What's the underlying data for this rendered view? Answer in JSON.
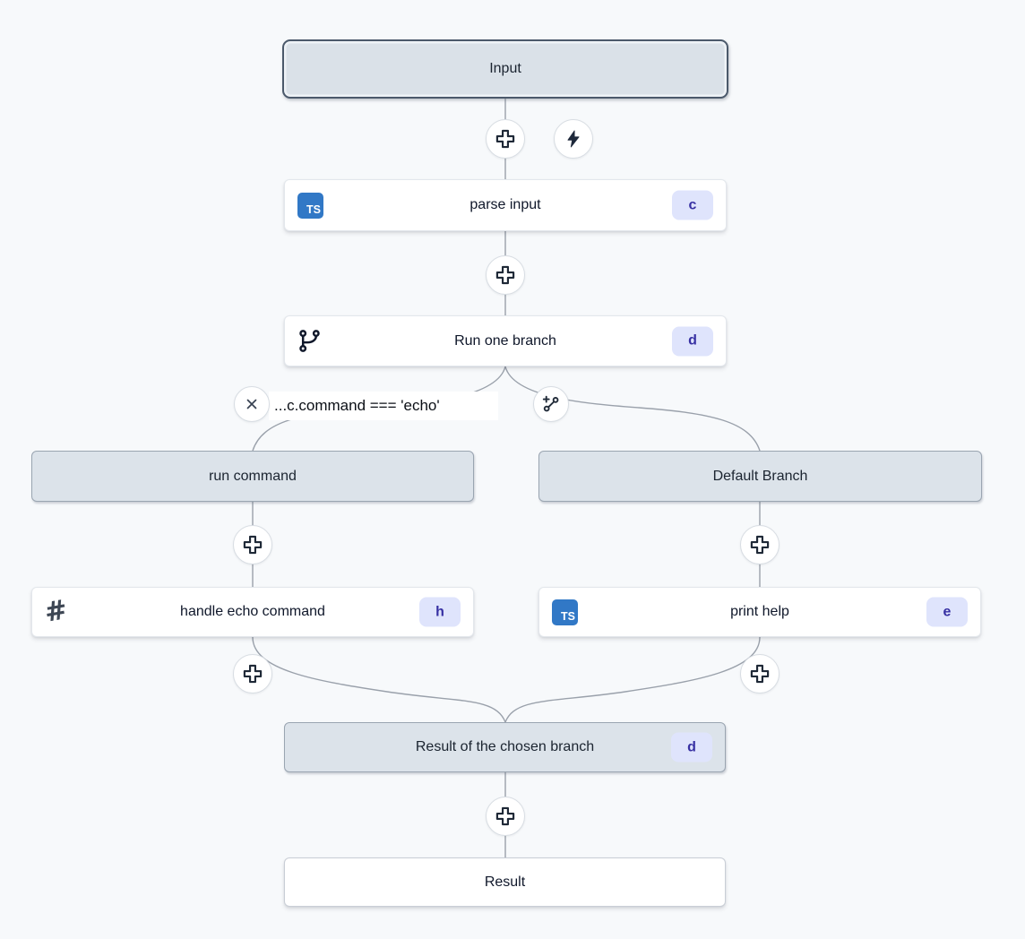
{
  "app": {
    "name": "flow-editor-canvas"
  },
  "colors": {
    "canvas_bg": "#f7f9fb",
    "virtual_box_bg": "#dce3ea",
    "selected_border": "#4b596b",
    "node_bg": "#ffffff",
    "badge_bg": "#dfe4fc",
    "badge_text": "#3730a3",
    "typescript_blue": "#3178c6",
    "wire": "#9aa1ab"
  },
  "icons": {
    "ts": "TS",
    "hash": "#"
  },
  "flow": {
    "input": {
      "label": "Input"
    },
    "parse_input": {
      "label": "parse input",
      "badge": "c"
    },
    "run_one_branch": {
      "label": "Run one branch",
      "badge": "d"
    },
    "branch_condition": {
      "label": "...c.command === 'echo'"
    },
    "run_command": {
      "label": "run command"
    },
    "default_branch": {
      "label": "Default Branch"
    },
    "handle_echo": {
      "label": "handle echo command",
      "badge": "h"
    },
    "print_help": {
      "label": "print help",
      "badge": "e"
    },
    "result_chosen": {
      "label": "Result of the chosen branch",
      "badge": "d"
    },
    "result": {
      "label": "Result"
    }
  }
}
